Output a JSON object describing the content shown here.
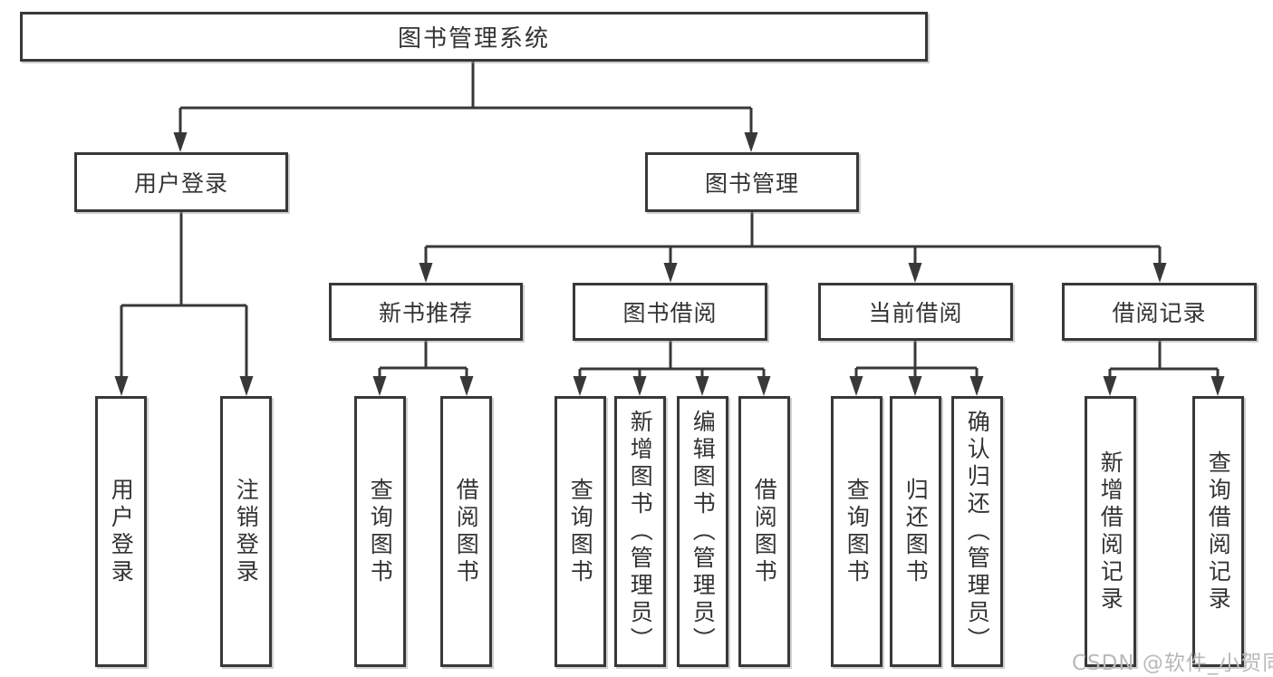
{
  "nodes": {
    "root": "图书管理系统",
    "user_login": "用户登录",
    "book_mgmt": "图书管理",
    "new_book_rec": "新书推荐",
    "book_borrow": "图书借阅",
    "current_borrow": "当前借阅",
    "borrow_records": "借阅记录",
    "leaf_user_login": "用户登录",
    "leaf_logout": "注销登录",
    "leaf_query_book_rec": "查询图书",
    "leaf_borrow_book_rec": "借阅图书",
    "leaf_query_book_borrow": "查询图书",
    "leaf_add_book_admin": "新增图书（管理员）",
    "leaf_edit_book_admin": "编辑图书（管理员）",
    "leaf_borrow_book_borrow": "借阅图书",
    "leaf_query_book_current": "查询图书",
    "leaf_return_book": "归还图书",
    "leaf_confirm_return_admin": "确认归还（管理员）",
    "leaf_add_borrow_record": "新增借阅记录",
    "leaf_query_borrow_record": "查询借阅记录"
  },
  "watermark": "CSDN @软件_小贺同学"
}
